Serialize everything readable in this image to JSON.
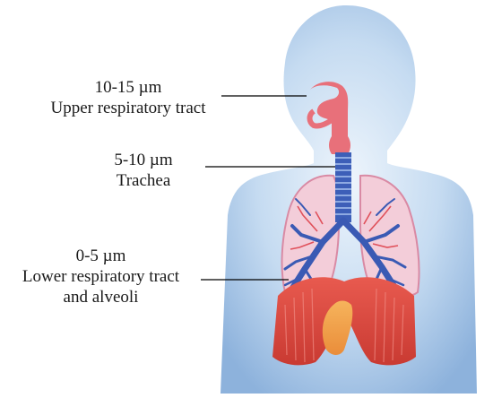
{
  "annotations": [
    {
      "size": "10-15 µm",
      "region": "Upper respiratory tract"
    },
    {
      "size": "5-10 µm",
      "region": "Trachea"
    },
    {
      "size": "0-5 µm",
      "region": "Lower respiratory tract",
      "region_line2": "and alveoli"
    }
  ],
  "colors": {
    "body_light": "#e8f2fb",
    "body_dark": "#8fb4dc",
    "trachea": "#e8707a",
    "trachea_rings": "#4a6fc0",
    "bronchi": "#3b5bb5",
    "lung": "#f2c9d6",
    "lung_edge": "#d889a3",
    "diaphragm": "#d9413b",
    "heart": "#f0a04a",
    "leader_line": "#000000"
  }
}
